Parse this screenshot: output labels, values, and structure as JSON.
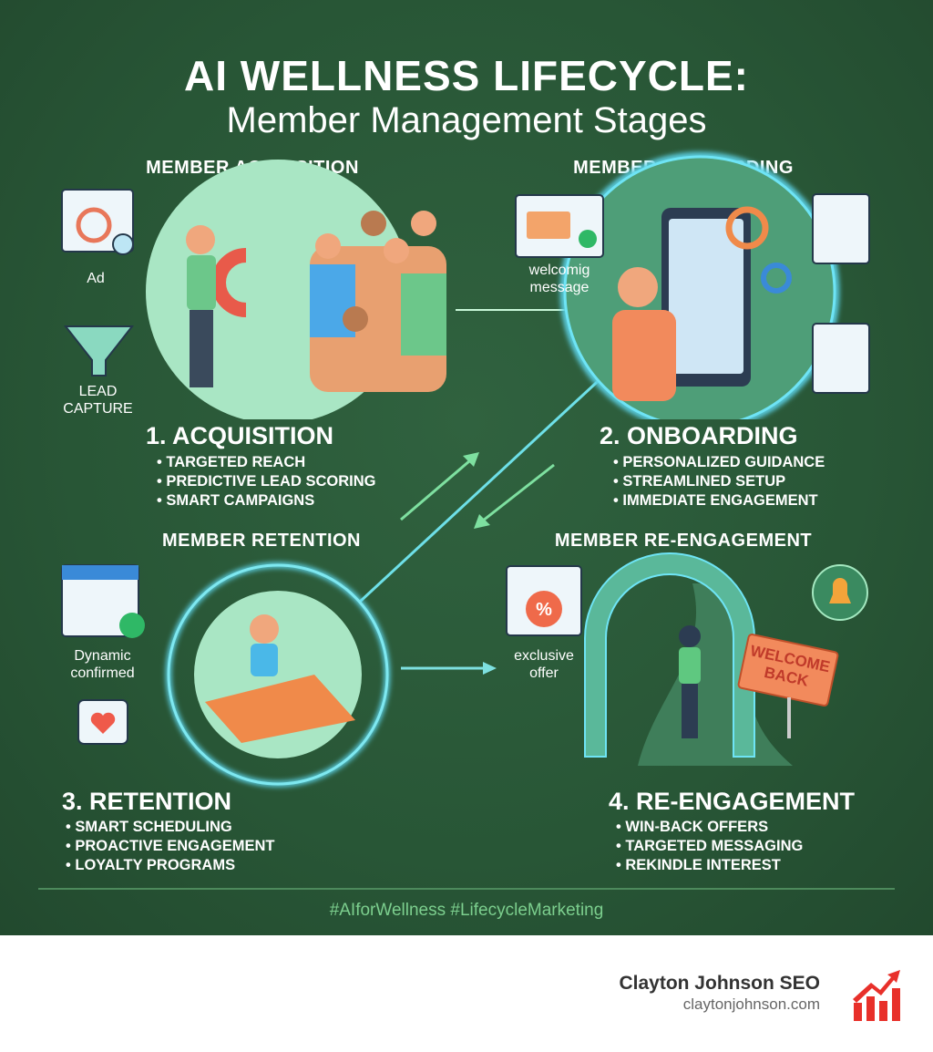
{
  "title": {
    "line1": "AI WELLNESS LIFECYCLE:",
    "line2": "Member Management Stages"
  },
  "stages": [
    {
      "section": "MEMBER ACQUISITION",
      "heading": "1. ACQUISITION",
      "bullets": [
        "TARGETED REACH",
        "PREDICTIVE LEAD SCORING",
        "SMART CAMPAIGNS"
      ],
      "labels": [
        "Ad",
        "LEAD",
        "CAPTURE"
      ]
    },
    {
      "section": "MEMBER ONBOARDING",
      "heading": "2. ONBOARDING",
      "bullets": [
        "PERSONALIZED GUIDANCE",
        "STREAMLINED SETUP",
        "IMMEDIATE ENGAGEMENT"
      ],
      "labels": [
        "welcomig",
        "message"
      ]
    },
    {
      "section": "MEMBER RETENTION",
      "heading": "3. RETENTION",
      "bullets": [
        "SMART SCHEDULING",
        "PROACTIVE ENGAGEMENT",
        "LOYALTY PROGRAMS"
      ],
      "labels": [
        "Dynamic",
        "confirmed"
      ]
    },
    {
      "section": "MEMBER RE-ENGAGEMENT",
      "heading": "4. RE-ENGAGEMENT",
      "bullets": [
        "WIN-BACK OFFERS",
        "TARGETED MESSAGING",
        "REKINDLE INTEREST"
      ],
      "labels": [
        "exclusive",
        "offer"
      ],
      "sign": [
        "WELCOME",
        "BACK"
      ]
    }
  ],
  "hashtags": "#AIforWellness #LifecycleMarketing",
  "footer": {
    "brand": "Clayton Johnson SEO",
    "url": "claytonjohnson.com"
  },
  "colors": {
    "background": "#285636",
    "accent": "#7ccf8e",
    "glow": "#4fd3f0",
    "logo": "#e8302a"
  }
}
